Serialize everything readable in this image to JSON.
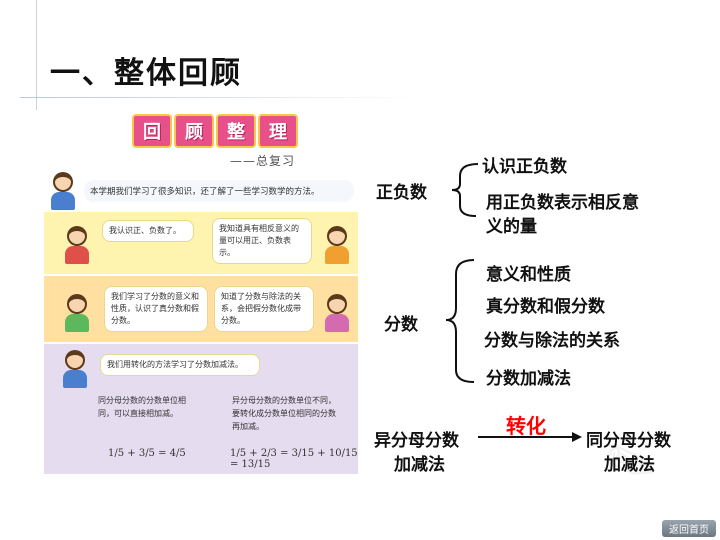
{
  "title": "一、整体回顾",
  "book": {
    "badge": [
      "回",
      "顾",
      "整",
      "理"
    ],
    "subtitle": "——总复习",
    "intro": "本学期我们学习了很多知识，还了解了一些学习数学的方法。",
    "bubble1": "我认识正、负数了。",
    "bubble2": "我知道具有相反意义的量可以用正、负数表示。",
    "bubble3": "我们学习了分数的意义和性质，认识了真分数和假分数。",
    "bubble4": "知道了分数与除法的关系，会把假分数化成带分数。",
    "bubble5": "我们用转化的方法学习了分数加减法。",
    "note_left": "同分母分数的分数单位相同，可以直接相加减。",
    "note_right": "异分母分数的分数单位不同，要转化成分数单位相同的分数再加减。",
    "formula_left": "1/5 + 3/5 = 4/5",
    "formula_right": "1/5 + 2/3 = 3/15 + 10/15 = 13/15"
  },
  "map": {
    "positive_negative": "正负数",
    "pn_item1": "认识正负数",
    "pn_item2_line1": "用正负数表示相反意",
    "pn_item2_line2": "义的量",
    "fraction": "分数",
    "fr_item1": "意义和性质",
    "fr_item2": "真分数和假分数",
    "fr_item3": "分数与除法的关系",
    "fr_item4": "分数加减法",
    "from_line1": "异分母分数",
    "from_line2": "加减法",
    "arrow_label": "转化",
    "to_line1": "同分母分数",
    "to_line2": "加减法"
  },
  "nav": {
    "home": "返回首页"
  }
}
